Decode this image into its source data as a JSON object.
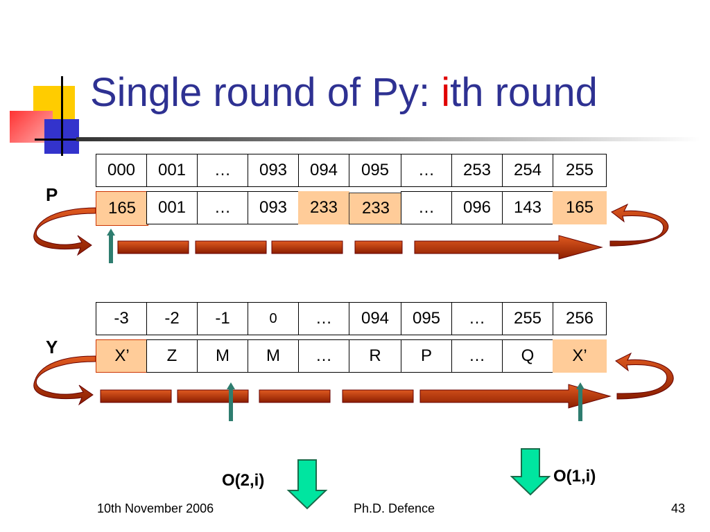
{
  "slide": {
    "title_main": "Single round of Py: ",
    "title_highlight": "i",
    "title_rest": "th round"
  },
  "array_p": {
    "label": "P",
    "index_row": [
      "000",
      "001",
      "…",
      "093",
      "094",
      "095",
      "…",
      "253",
      "254",
      "255"
    ],
    "value_row": [
      "165",
      "001",
      "…",
      "093",
      "233",
      "233",
      "…",
      "096",
      "143",
      "165"
    ]
  },
  "array_y": {
    "label": "Y",
    "index_row": [
      "-3",
      "-2",
      "-1",
      "0",
      "…",
      "094",
      "095",
      "…",
      "255",
      "256"
    ],
    "value_row": [
      "X’",
      "Z",
      "M",
      "M",
      "…",
      "R",
      "P",
      "…",
      "Q",
      "X’"
    ]
  },
  "outputs": {
    "left": "O(2,i)",
    "right": "O(1,i)"
  },
  "footer": {
    "date": "10th November 2006",
    "center": "Ph.D. Defence",
    "page": "43"
  },
  "colors": {
    "title": "#2e3192",
    "highlight": "#e00000",
    "cell_highlight": "#ffcc99",
    "arrow": "#cc3300",
    "down_arrow": "#00e5a0",
    "pointer": "#2e7d6f"
  }
}
